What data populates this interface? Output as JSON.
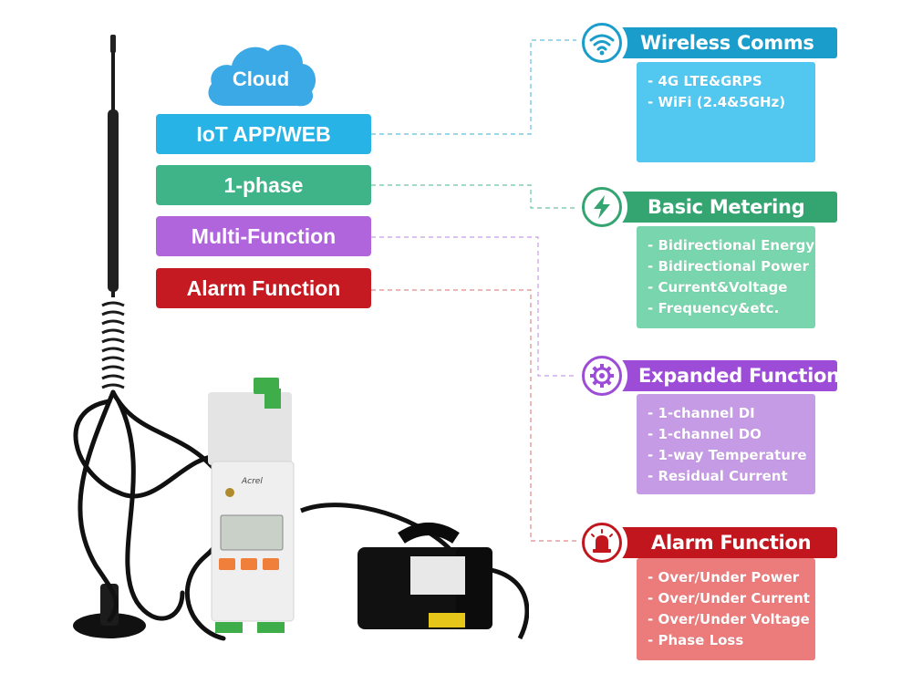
{
  "cloud": {
    "label": "Cloud",
    "color": "#3aa9e6"
  },
  "left_labels": [
    {
      "label": "IoT APP/WEB",
      "color": "#28b3e6"
    },
    {
      "label": "1-phase",
      "color": "#3fb489"
    },
    {
      "label": "Multi-Function",
      "color": "#b065dd"
    },
    {
      "label": "Alarm Function",
      "color": "#c51a22"
    }
  ],
  "features": [
    {
      "title": "Wireless Comms",
      "icon": "wifi-icon",
      "color": "#1a9dca",
      "items": [
        "4G LTE&GRPS",
        "WiFi (2.4&5GHz)"
      ]
    },
    {
      "title": "Basic Metering",
      "icon": "lightning-bolt-icon",
      "color": "#34a471",
      "items": [
        "Bidirectional Energy",
        "Bidirectional Power",
        "Current&Voltage",
        "Frequency&etc."
      ]
    },
    {
      "title": "Expanded Function",
      "icon": "gear-icon",
      "color": "#9c4cd6",
      "items": [
        "1-channel DI",
        "1-channel DO",
        "1-way Temperature",
        "Residual Current"
      ]
    },
    {
      "title": "Alarm Function",
      "icon": "alarm-siren-icon",
      "color": "#c1161d",
      "items": [
        "Over/Under Power",
        "Over/Under Current",
        "Over/Under Voltage",
        "Phase Loss"
      ]
    }
  ],
  "device": {
    "brand": "Acrel"
  }
}
